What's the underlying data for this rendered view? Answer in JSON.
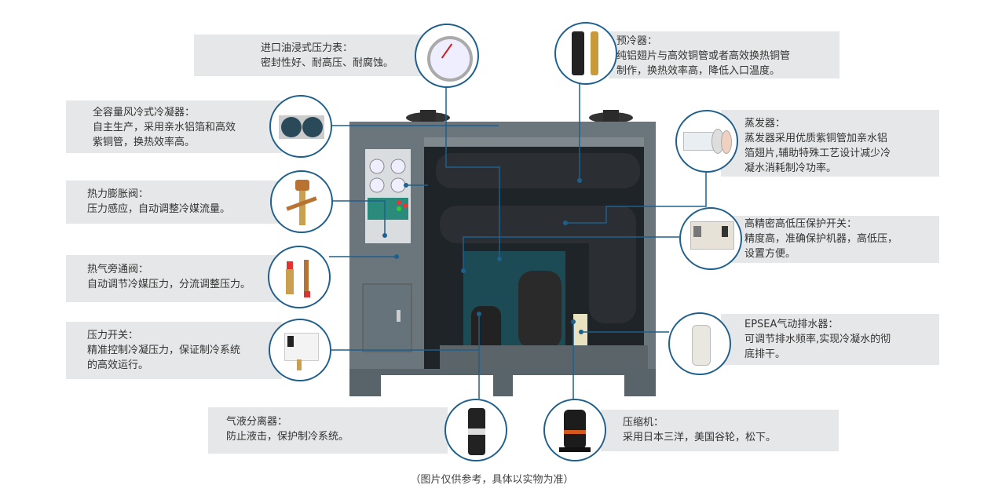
{
  "callouts": {
    "gauge": {
      "title": "进口油浸式压力表：",
      "desc": [
        "密封性好、耐高压、耐腐蚀。"
      ],
      "icon": "pressure-gauge-icon"
    },
    "condenser": {
      "title": "全容量风冷式冷凝器：",
      "desc": [
        "自主生产，采用亲水铝箔和高效",
        "紫铜管，换热效率高。"
      ],
      "icon": "condenser-icon"
    },
    "expansion_valve": {
      "title": "热力膨胀阀：",
      "desc": [
        "压力感应，自动调整冷媒流量。"
      ],
      "icon": "expansion-valve-icon"
    },
    "bypass_valve": {
      "title": "热气旁通阀：",
      "desc": [
        "自动调节冷媒压力，分流调整压力。"
      ],
      "icon": "bypass-valve-icon"
    },
    "pressure_switch": {
      "title": "压力开关：",
      "desc": [
        "精准控制冷凝压力，保证制冷系统",
        "的高效运行。"
      ],
      "icon": "pressure-switch-icon"
    },
    "separator": {
      "title": "气液分离器：",
      "desc": [
        "防止液击，保护制冷系统。"
      ],
      "icon": "separator-icon"
    },
    "precooler": {
      "title": "预冷器：",
      "desc": [
        "纯铝翅片与高效铜管或者高效换热铜管",
        "制作，换热效率高，降低入口温度。"
      ],
      "icon": "precooler-icon"
    },
    "evaporator": {
      "title": "蒸发器：",
      "desc": [
        "蒸发器采用优质紫铜管加亲水铝",
        "箔翅片,辅助特殊工艺设计减少冷",
        "凝水消耗制冷功率。"
      ],
      "icon": "evaporator-icon"
    },
    "hl_switch": {
      "title": "高精密高低压保护开关：",
      "desc": [
        "精度高，准确保护机器，高低压，",
        "设置方便。"
      ],
      "icon": "hl-pressure-switch-icon"
    },
    "drain": {
      "title": "EPSEA气动排水器：",
      "desc": [
        "可调节排水频率,实现冷凝水的彻",
        "底排干。"
      ],
      "icon": "drain-valve-icon"
    },
    "compressor": {
      "title": "压缩机：",
      "desc": [
        "采用日本三洋，美国谷轮，松下。"
      ],
      "icon": "compressor-icon"
    }
  },
  "caption": "（图片仅供参考，具体以实物为准）",
  "colors": {
    "accent": "#1f5f8b",
    "label_bg": "#e6e7e8",
    "machine": "#6b767c"
  }
}
